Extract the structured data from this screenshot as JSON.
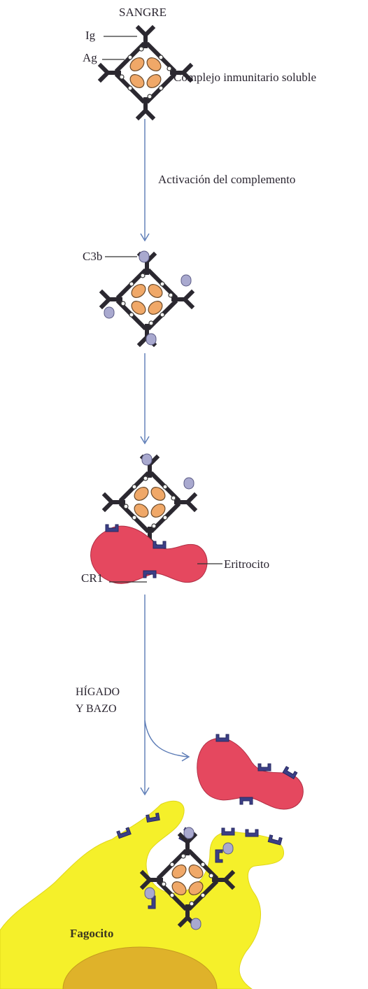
{
  "labels": {
    "blood": "SANGRE",
    "ig": "Ig",
    "ag": "Ag",
    "soluble_complex": "Complejo inmunitario soluble",
    "complement_activation": "Activación del complemento",
    "c3b": "C3b",
    "erythrocyte": "Eritrocito",
    "cr1": "CR1",
    "liver_line1": "HÍGADO",
    "liver_line2": "Y BAZO",
    "phagocyte": "Fagocito"
  },
  "colors": {
    "antigen": "#f0a868",
    "antibody": "#2b2830",
    "c3b": "#a9a9cf",
    "cr1_receptor": "#3c3f86",
    "erythrocyte": "#e5485f",
    "phagocyte": "#f5f02a",
    "phagocyte_nucleus": "#dfb22a",
    "arrow": "#5a7ab5"
  }
}
